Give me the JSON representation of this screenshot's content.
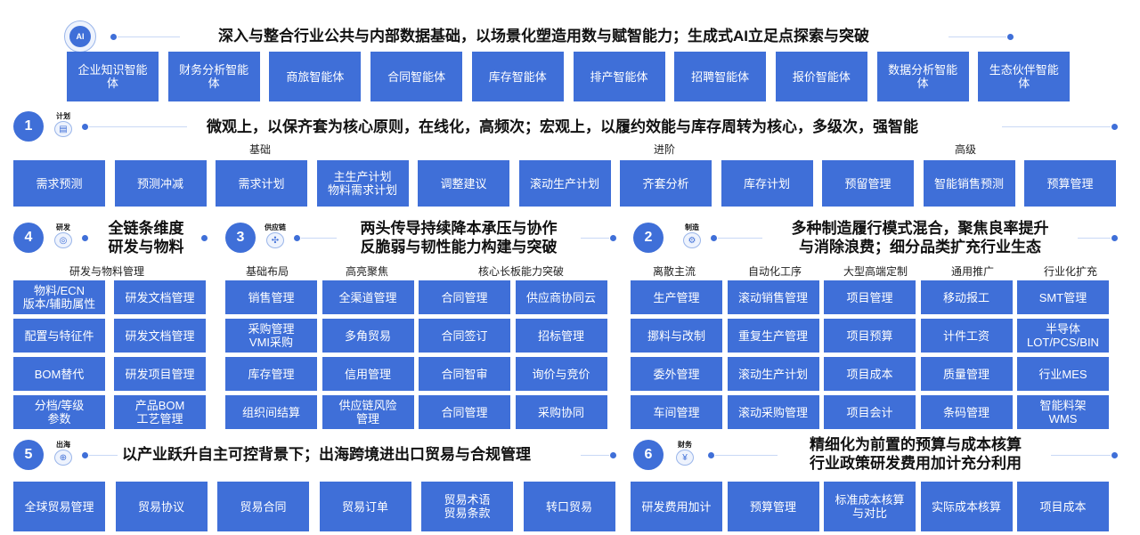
{
  "top": {
    "icon_label": "AI",
    "title": "深入与整合行业公共与内部数据基础，以场景化塑造用数与赋智能力；生成式AI立足点探索与突破",
    "boxes": [
      "企业知识智能\n体",
      "财务分析智能\n体",
      "商旅智能体",
      "合同智能体",
      "库存智能体",
      "排产智能体",
      "招聘智能体",
      "报价智能体",
      "数据分析智能\n体",
      "生态伙伴智能\n体"
    ]
  },
  "s1": {
    "num": "1",
    "icon_label": "计划",
    "title": "微观上，以保齐套为核心原则，在线化，高频次；宏观上，以履约效能与库存周转为核心，多级次，强智能",
    "groups": [
      "基础",
      "进阶",
      "高级"
    ],
    "boxes": [
      "需求预测",
      "预测冲减",
      "需求计划",
      "主生产计划\n物料需求计划",
      "调整建议",
      "滚动生产计划",
      "齐套分析",
      "库存计划",
      "预留管理",
      "智能销售预测",
      "预算管理"
    ]
  },
  "s4": {
    "num": "4",
    "icon_label": "研发",
    "title": "全链条维度\n研发与物料",
    "sub": "研发与物料管理",
    "boxes": [
      "物料/ECN\n版本/辅助属性",
      "研发文档管理",
      "配置与特征件",
      "研发文档管理",
      "BOM替代",
      "研发项目管理",
      "分档/等级\n参数",
      "产品BOM\n工艺管理"
    ]
  },
  "s3": {
    "num": "3",
    "icon_label": "供应链",
    "title": "两头传导持续降本承压与协作\n反脆弱与韧性能力构建与突破",
    "subs": [
      "基础布局",
      "高亮聚焦",
      "核心长板能力突破"
    ],
    "boxes": [
      "销售管理",
      "全渠道管理",
      "合同管理",
      "供应商协同云",
      "采购管理\nVMI采购",
      "多角贸易",
      "合同签订",
      "招标管理",
      "库存管理",
      "信用管理",
      "合同智审",
      "询价与竞价",
      "组织间结算",
      "供应链风险\n管理",
      "合同管理",
      "采购协同"
    ]
  },
  "s2": {
    "num": "2",
    "icon_label": "制造",
    "title": "多种制造履行模式混合，聚焦良率提升\n与消除浪费；细分品类扩充行业生态",
    "subs": [
      "离散主流",
      "自动化工序",
      "大型高端定制",
      "通用推广",
      "行业化扩充"
    ],
    "boxes": [
      "生产管理",
      "滚动销售管理",
      "项目管理",
      "移动报工",
      "SMT管理",
      "挪料与改制",
      "重复生产管理",
      "项目预算",
      "计件工资",
      "半导体\nLOT/PCS/BIN",
      "委外管理",
      "滚动生产计划",
      "项目成本",
      "质量管理",
      "行业MES",
      "车间管理",
      "滚动采购管理",
      "项目会计",
      "条码管理",
      "智能料架\nWMS"
    ]
  },
  "s5": {
    "num": "5",
    "icon_label": "出海",
    "title": "以产业跃升自主可控背景下；出海跨境进出口贸易与合规管理",
    "boxes": [
      "全球贸易管理",
      "贸易协议",
      "贸易合同",
      "贸易订单",
      "贸易术语\n贸易条款",
      "转口贸易"
    ]
  },
  "s6": {
    "num": "6",
    "icon_label": "财务",
    "title": "精细化为前置的预算与成本核算\n行业政策研发费用加计充分利用",
    "boxes": [
      "研发费用加计",
      "预算管理",
      "标准成本核算\n与对比",
      "实际成本核算",
      "项目成本"
    ]
  }
}
